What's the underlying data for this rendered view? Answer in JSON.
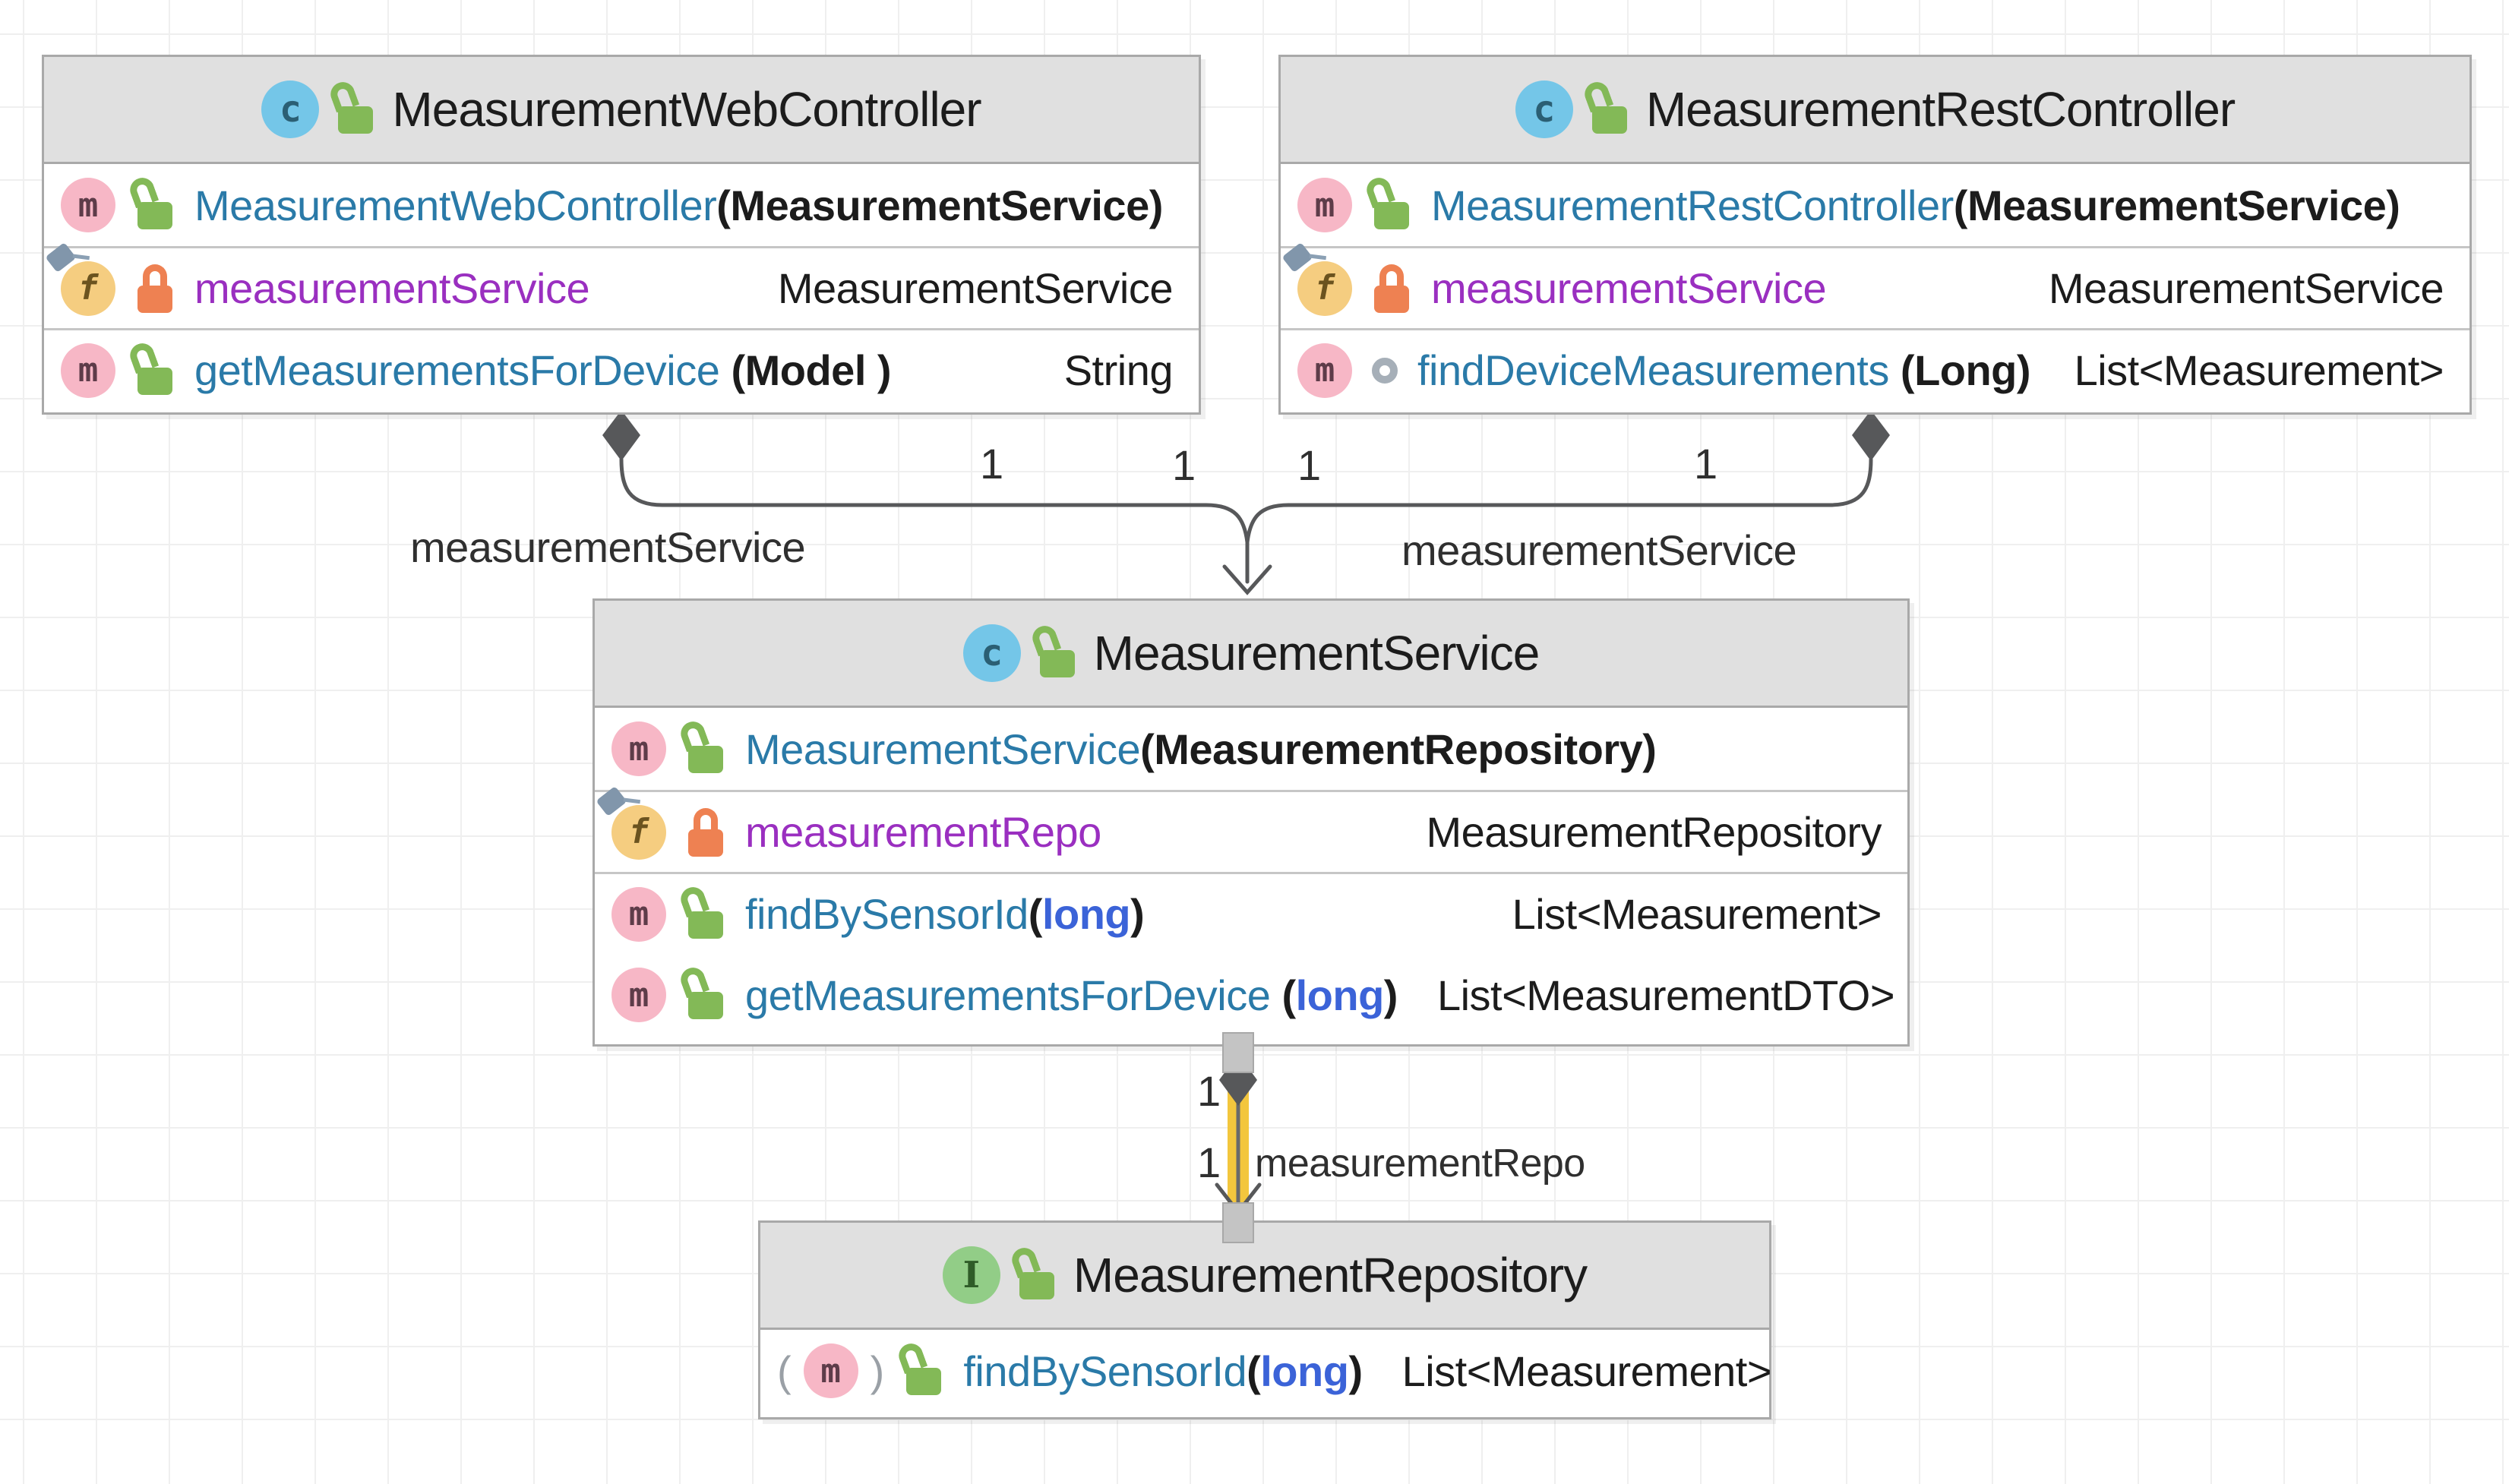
{
  "diagram": {
    "classes": [
      {
        "title": "MeasurementWebController",
        "kind": "class",
        "members": [
          {
            "name": "MeasurementWebController",
            "paren_open": "(",
            "param": "MeasurementService",
            "paren_close": ")",
            "param_class": "m-param classref",
            "type": ""
          },
          {
            "name": "measurementService",
            "type": "MeasurementService"
          },
          {
            "name": "getMeasurementsForDevice",
            "paren_open": " (",
            "param": "Model",
            "paren_close": " )",
            "param_class": "m-param classref",
            "type": "String"
          }
        ]
      },
      {
        "title": "MeasurementRestController",
        "kind": "class",
        "members": [
          {
            "name": "MeasurementRestController",
            "paren_open": "(",
            "param": "MeasurementService",
            "paren_close": ")",
            "param_class": "m-param classref",
            "type": ""
          },
          {
            "name": "measurementService",
            "type": "MeasurementService"
          },
          {
            "name": "findDeviceMeasurements",
            "paren_open": " (",
            "param": "Long",
            "paren_close": ")",
            "param_class": "m-param classref",
            "type": "List<Measurement>"
          }
        ]
      },
      {
        "title": "MeasurementService",
        "kind": "class",
        "members": [
          {
            "name": "MeasurementService",
            "paren_open": "(",
            "param": "MeasurementRepository",
            "paren_close": ")",
            "param_class": "m-param classref",
            "type": ""
          },
          {
            "name": "measurementRepo",
            "type": "MeasurementRepository"
          },
          {
            "name": "findBySensorId",
            "paren_open": "(",
            "param": "long",
            "paren_close": ")",
            "param_class": "m-param primitive",
            "type": "List<Measurement>"
          },
          {
            "name": "getMeasurementsForDevice",
            "paren_open": " (",
            "param": "long",
            "paren_close": ")",
            "param_class": "m-param primitive",
            "type": "List<MeasurementDTO>"
          }
        ]
      },
      {
        "title": "MeasurementRepository",
        "kind": "interface",
        "members": [
          {
            "name": "findBySensorId",
            "paren_open": "(",
            "param": "long",
            "paren_close": ")",
            "param_class": "m-param primitive",
            "type": "List<Measurement>"
          }
        ]
      }
    ],
    "edges": {
      "mult": "1",
      "web_to_service_label": "measurementService",
      "rest_to_service_label": "measurementService",
      "service_to_repo_label": "measurementRepo"
    }
  },
  "icons": {
    "class_letter": "c",
    "interface_letter": "I",
    "method_letter": "m",
    "field_letter": "f",
    "abstract_paren_open": "(",
    "abstract_paren_close": ")"
  },
  "colors": {
    "accent_selected_edge": "#f3c63d",
    "edge_gray": "#57585a",
    "method_name": "#2a7aa8",
    "field_name": "#9a2fc0",
    "primitive_param": "#3b63d8",
    "header_fill": "#e0e0e0"
  }
}
